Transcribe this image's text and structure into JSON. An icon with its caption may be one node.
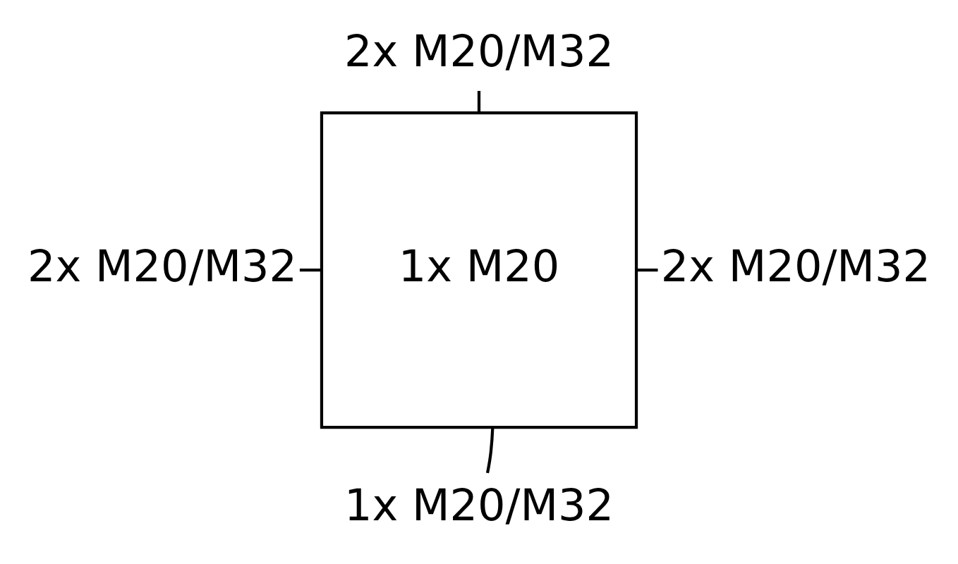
{
  "diagram": {
    "nodes": [
      {
        "text": [
          "1x M20"
        ]
      },
      {
        "text": [
          "2x M20/M32"
        ]
      },
      {
        "text": [
          "2x M20/M32"
        ]
      },
      {
        "text": [
          "2x M20/M32"
        ]
      },
      {
        "text": [
          "1x M20/M32"
        ]
      }
    ],
    "edges": [
      {
        "from": 1,
        "to": 0,
        "arrow": "none"
      },
      {
        "from": 2,
        "to": 0,
        "arrow": "none"
      },
      {
        "from": 3,
        "to": 0,
        "arrow": "none"
      },
      {
        "from": 4,
        "to": 0,
        "arrow": "none"
      }
    ]
  }
}
